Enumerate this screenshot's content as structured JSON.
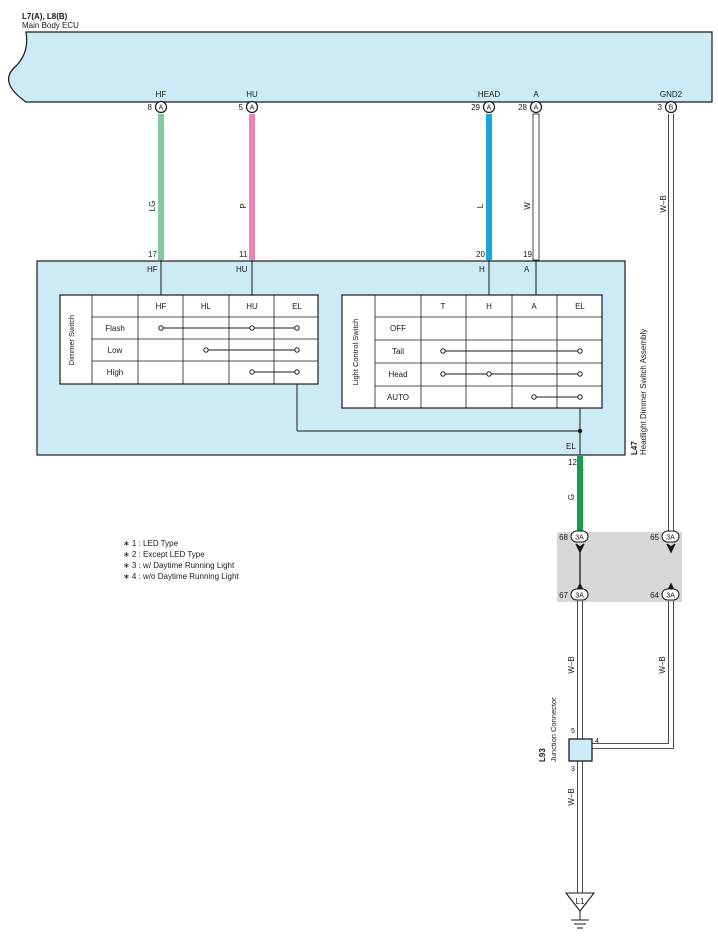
{
  "ecu": {
    "code": "L7(A), L8(B)",
    "name": "Main Body ECU",
    "pins": [
      {
        "label": "HF",
        "num": "8",
        "conn": "A"
      },
      {
        "label": "HU",
        "num": "5",
        "conn": "A"
      },
      {
        "label": "HEAD",
        "num": "29",
        "conn": "A"
      },
      {
        "label": "A",
        "num": "28",
        "conn": "A"
      },
      {
        "label": "GND2",
        "num": "3",
        "conn": "B"
      }
    ]
  },
  "wires": {
    "hf": {
      "color_code": "LG",
      "hex": "#7fcc9a"
    },
    "hu": {
      "color_code": "P",
      "hex": "#e884b8"
    },
    "head": {
      "color_code": "L",
      "hex": "#16a6e0"
    },
    "a": {
      "color_code": "W",
      "hex": "#ffffff"
    },
    "gnd_top": {
      "color_code": "W–B"
    },
    "el": {
      "color_code": "G",
      "hex": "#12a04a"
    },
    "left_mid": {
      "color_code": "W–B"
    },
    "right_mid": {
      "color_code": "W–B"
    },
    "bottom": {
      "color_code": "W–B"
    }
  },
  "switch_assembly": {
    "code": "L47",
    "name": "Headlight Dimmer Switch Assembly",
    "pins": [
      {
        "num": "17",
        "label": "HF"
      },
      {
        "num": "11",
        "label": "HU"
      },
      {
        "num": "20",
        "label": "H"
      },
      {
        "num": "19",
        "label": "A"
      }
    ],
    "el_label": "EL",
    "el_num": "12",
    "dimmer": {
      "title": "Dimmer Switch",
      "columns": [
        "HF",
        "HL",
        "HU",
        "EL"
      ],
      "rows": [
        "Flash",
        "Low",
        "High"
      ]
    },
    "light_control": {
      "title": "Light Control Switch",
      "columns": [
        "T",
        "H",
        "A",
        "EL"
      ],
      "rows": [
        "OFF",
        "Tail",
        "Head",
        "AUTO"
      ]
    }
  },
  "junction_3a": {
    "top_left": {
      "num": "68",
      "conn": "3A"
    },
    "bottom_left": {
      "num": "67",
      "conn": "3A"
    },
    "top_right": {
      "num": "65",
      "conn": "3A"
    },
    "bottom_right": {
      "num": "64",
      "conn": "3A"
    }
  },
  "junction_connector": {
    "code": "L93",
    "name": "Junction Connector",
    "pin_top": "5",
    "pin_right": "4",
    "pin_bottom": "3"
  },
  "ground": {
    "label": "L1"
  },
  "notes": [
    "∗ 1 : LED Type",
    "∗ 2 : Except LED Type",
    "∗ 3 : w/ Daytime Running Light",
    "∗ 4 : w/o Daytime Running Light"
  ],
  "colors": {
    "component_fill": "#cdebf7",
    "junction_fill": "#d7d7d7",
    "line": "#1a1a1a"
  }
}
